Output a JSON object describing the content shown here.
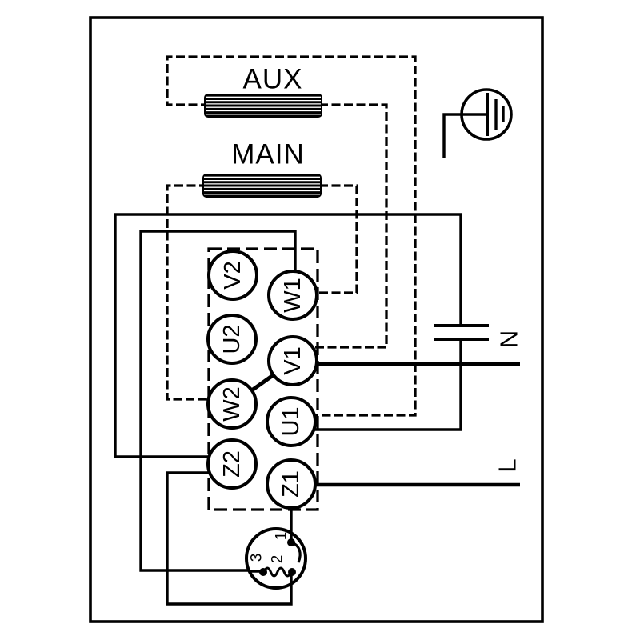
{
  "diagram": {
    "title_hint": "single-phase motor wiring diagram",
    "windings": {
      "aux_label": "AUX",
      "main_label": "MAIN"
    },
    "supply": {
      "neutral_label": "N",
      "line_label": "L"
    },
    "terminals": {
      "v2": "V2",
      "u2": "U2",
      "w2": "W2",
      "z2": "Z2",
      "w1": "W1",
      "v1": "V1",
      "u1": "U1",
      "z1": "Z1"
    },
    "thermal_protector": {
      "pin1": "1",
      "pin2": "2",
      "pin3": "3"
    },
    "colors": {
      "line": "#000000",
      "background": "#ffffff"
    }
  }
}
